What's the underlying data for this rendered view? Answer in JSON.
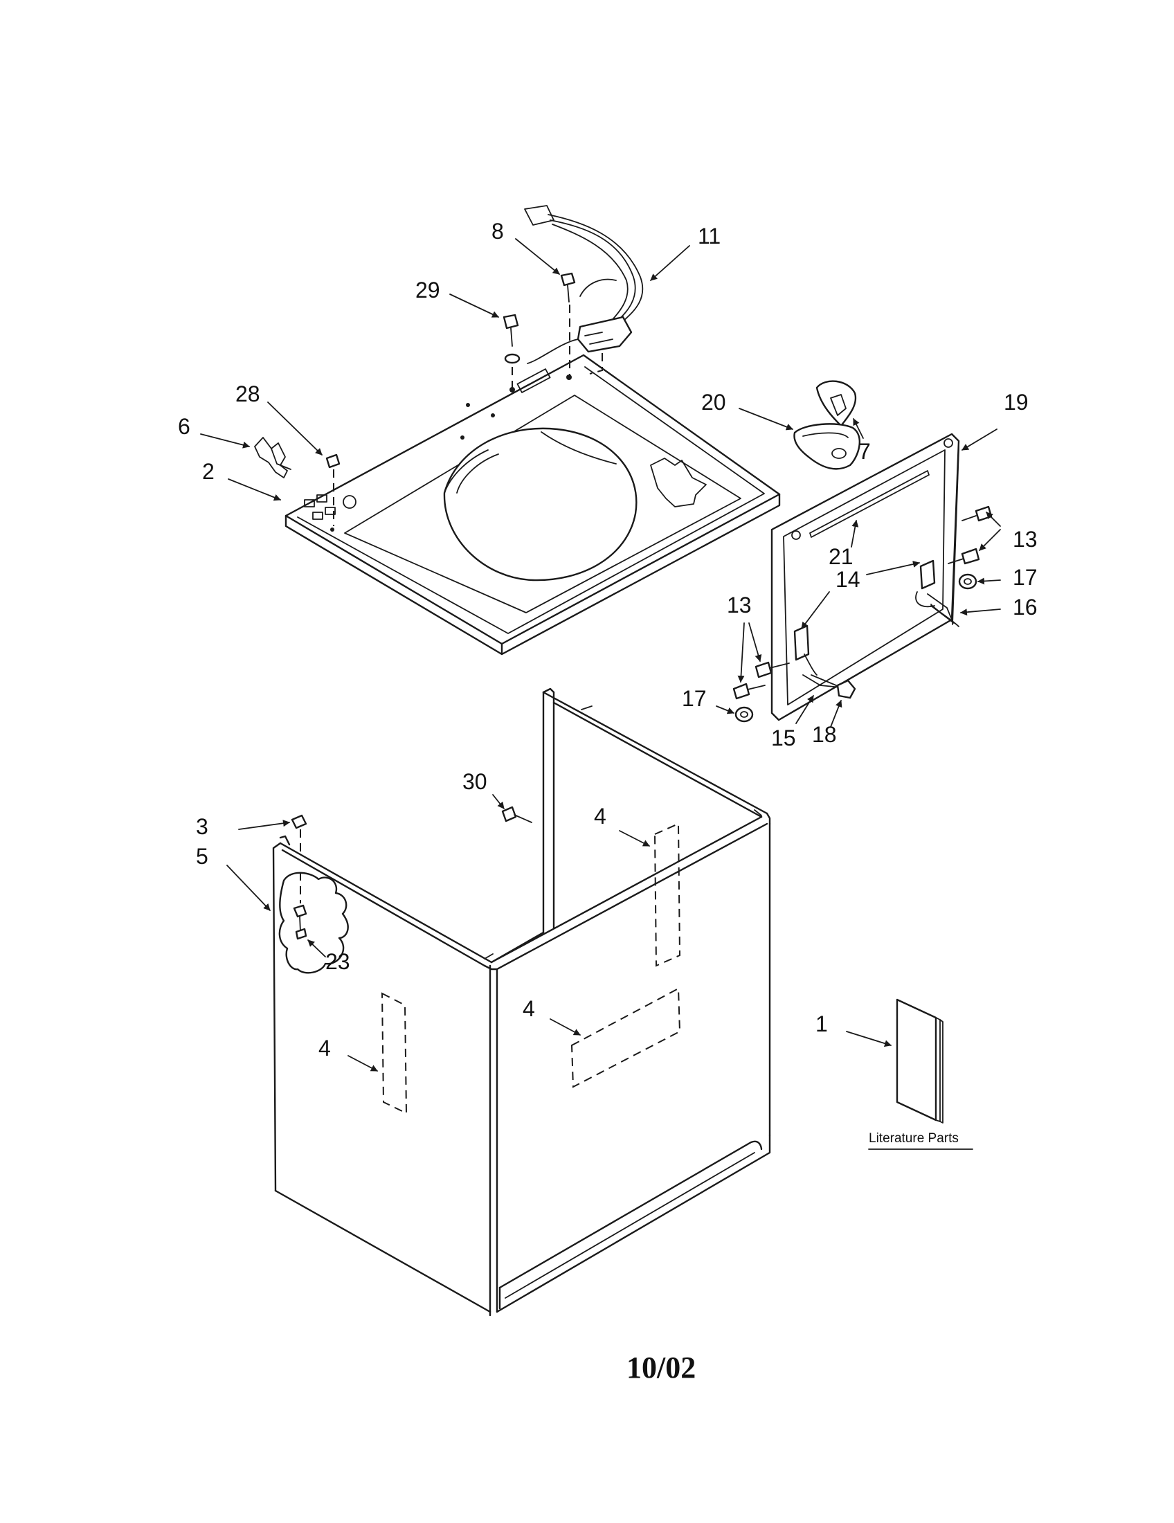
{
  "callouts": {
    "c11": "11",
    "c8": "8",
    "c29": "29",
    "c28": "28",
    "c6": "6",
    "c2": "2",
    "c20": "20",
    "c7": "7",
    "c19": "19",
    "c13a": "13",
    "c21": "21",
    "c14": "14",
    "c17a": "17",
    "c16": "16",
    "c13b": "13",
    "c17b": "17",
    "c15": "15",
    "c18": "18",
    "c30": "30",
    "c3": "3",
    "c5": "5",
    "c4a": "4",
    "c23": "23",
    "c4b": "4",
    "c4c": "4",
    "c1": "1"
  },
  "literature_label": "Literature Parts",
  "footer_date": "10/02"
}
